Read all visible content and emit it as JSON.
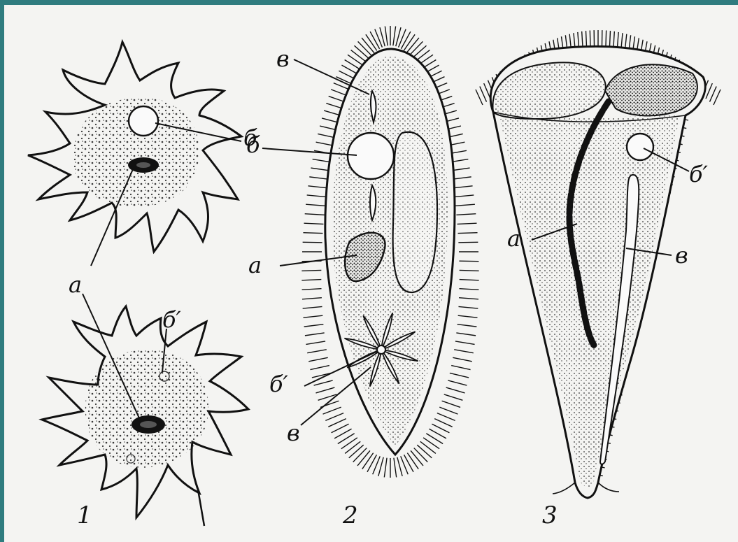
{
  "figure": {
    "panel_numbers": [
      "1",
      "2",
      "3"
    ],
    "labels": {
      "a": "а",
      "b": "б",
      "b_prime": "б′",
      "v": "в"
    },
    "colors": {
      "slide_background": "#2f7c7f",
      "paper": "#f4f4f2",
      "ink": "#111111"
    }
  }
}
